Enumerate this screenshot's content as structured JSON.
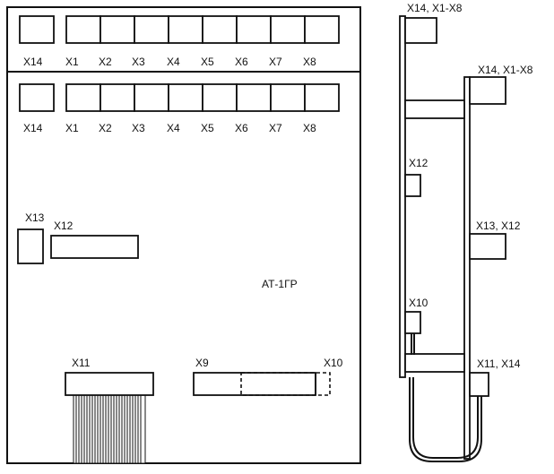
{
  "board": {
    "name": "АТ-1ГР",
    "top_row": {
      "labels": [
        "X14",
        "X1",
        "X2",
        "X3",
        "X4",
        "X5",
        "X6",
        "X7",
        "X8"
      ]
    },
    "second_row": {
      "labels": [
        "X14",
        "X1",
        "X2",
        "X3",
        "X4",
        "X5",
        "X6",
        "X7",
        "X8"
      ]
    },
    "x13_label": "X13",
    "x12_label": "X12",
    "x11_label": "X11",
    "x9_label": "X9",
    "x10_label": "X10"
  },
  "side_view": {
    "top_left_label": "X14, X1-X8",
    "top_right_label": "X14, X1-X8",
    "x12_label": "X12",
    "x13_x12_label": "X13, X12",
    "x10_label": "X10",
    "x11_x14_label": "X11, X14"
  },
  "colors": {
    "stroke": "#111111",
    "background": "#ffffff"
  }
}
